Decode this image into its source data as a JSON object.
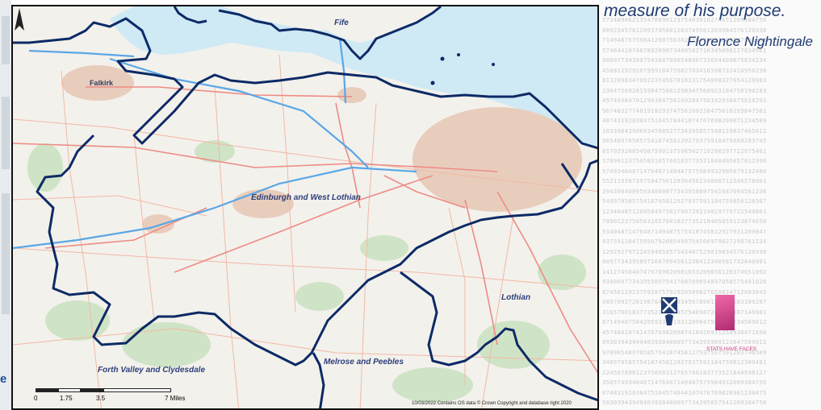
{
  "map": {
    "regions": {
      "edinburgh_west_lothian": "Edinburgh and West Lothian",
      "lothian": "Lothian",
      "melrose_peebles": "Melrose and Peebles",
      "forth_valley": "Forth Valley and Clydesdale",
      "fife": "Fife"
    },
    "places": {
      "falkirk": "Falkirk"
    },
    "scale": {
      "ticks": [
        "0",
        "1.75",
        "3.5",
        "7 Miles"
      ]
    },
    "attribution": "10/03/2022 Contains OS data © Crown Copyright and database right 2020",
    "colors": {
      "boundary": "#0d2a66",
      "water": "#cfe9f5",
      "land": "#f4f2ee",
      "urban": "#e6c7b5",
      "road": "#ef8d88",
      "motorway": "#5aa7e6"
    }
  },
  "panel": {
    "quote_text": "measure of his purpose.",
    "quote_author": "Florence Nightingale",
    "digit_rows": [
      "57348906213547889012375403918274651209384756",
      "08923457812093745601283749561203984576120938",
      "71494875759841290756302918475691203847561293",
      "57484410746789209873409582716345098127634501",
      "00097734389754168709654890733654409875634234",
      "45881292920795918475982703416598732410956238",
      "81320983470922374567810231754098327654120983",
      "23047509281938475601298347560923184756190283",
      "45749384701290384756109284756102938475610293",
      "96748327740191829374756109238475610293847561",
      "40743192038475164578441074767698209871234509",
      "10339843906934598927734395857548119837465012",
      "96548970585754187458129279375918475609283745",
      "65702920854987590137596502719290297722975461",
      "57890123750583165760183773521840405857612390",
      "57493404871476487149487575984932905879132480",
      "55211938739758475612836456234098712346578901",
      "39439840095934800977343958897541687094561238",
      "54897058575418745812927937591184759856120387",
      "12340487120958497503798729219029779722549861",
      "78901237505831657601837735218405859123874650",
      "93404871476487149487575418745812927931209847",
      "93759118475950792085498754508979827298761234",
      "12929279722450405857543487529019834576120938",
      "00977343958971687094561238412340581732640981",
      "14127450407476769820981653209856128374651092",
      "93800977343955897541768709654897058575491028",
      "87450129237592875792920509827659834712093845",
      "08970927201987645120934567890123750583109287",
      "31657601837735218405857540987263409487146981",
      "87149487584295933771931209847565719234569812",
      "45748410741476769820987418420931254938471650",
      "09303943949403938400097734395989123847569012",
      "97096548970585754187458127937597591283746509",
      "34897058575418745812927937591184759812309481",
      "22456789012375058312765760183773521840598127",
      "35857493404871476487149487575984932009384756",
      "07483192038475164574844107476769820981238475",
      "50303943949403938400097734395857541209384756"
    ],
    "logo_caption": "STATS HAVE FACES"
  }
}
